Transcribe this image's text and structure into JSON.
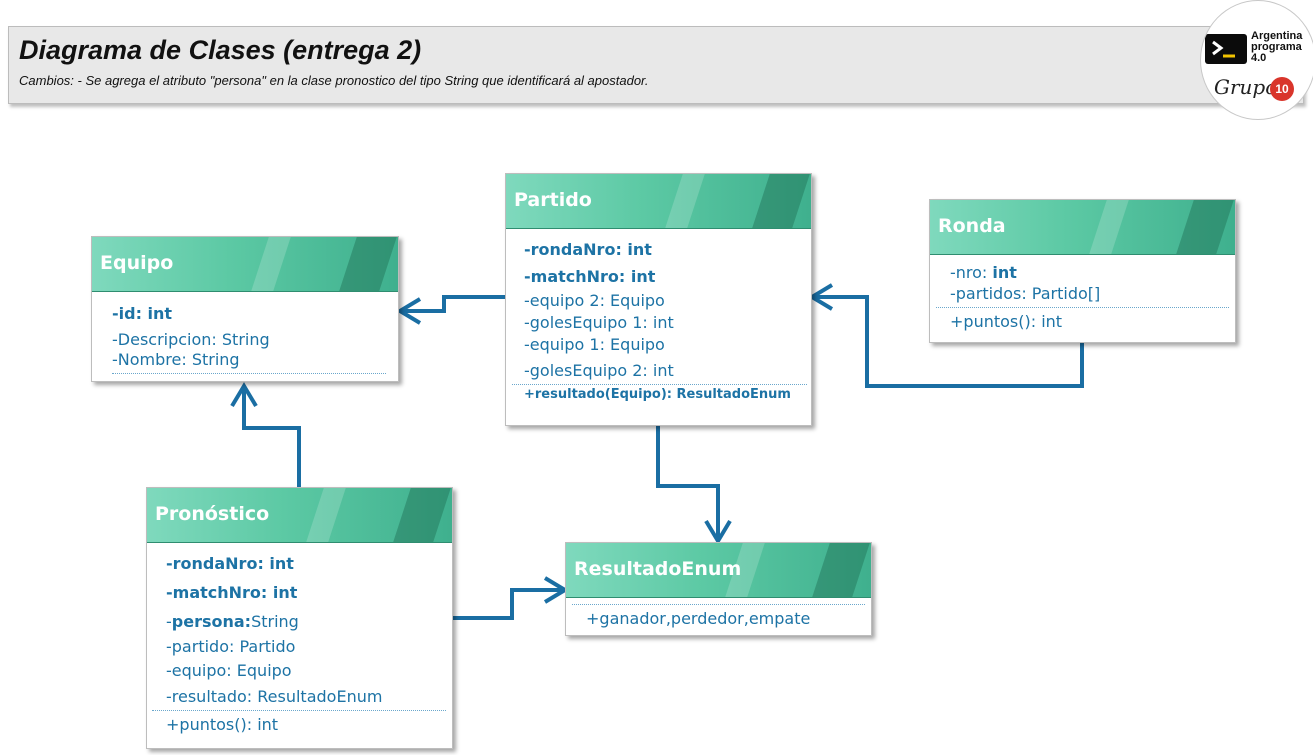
{
  "header": {
    "title": "Diagrama de Clases (entrega 2)",
    "subtitle": "Cambios: - Se agrega el atributo \"persona\" en la clase pronostico del tipo String que identificará al apostador."
  },
  "logo": {
    "line1": "Argentina",
    "line2": "programa",
    "line3": "4.0",
    "grupo": "Grupo",
    "number": "10",
    "icon": "terminal-icon"
  },
  "classes": {
    "equipo": {
      "name": "Equipo",
      "attrs": [
        "-id: int",
        "-Descripcion: String",
        "-Nombre: String"
      ]
    },
    "partido": {
      "name": "Partido",
      "attrs": [
        "-rondaNro: int",
        "-matchNro: int",
        "-equipo 2: Equipo",
        "-golesEquipo 1: int",
        "-equipo 1: Equipo",
        "-golesEquipo 2: int"
      ],
      "method": "+resultado(Equipo): ResultadoEnum"
    },
    "ronda": {
      "name": "Ronda",
      "attr_nro_prefix": "-nro: ",
      "attr_nro_type": "int",
      "attr_partidos": "-partidos: Partido[]",
      "method": "+puntos(): int"
    },
    "pronostico": {
      "name": "Pronóstico",
      "attr_ronda": "-rondaNro: int",
      "attr_match": "-matchNro: int",
      "attr_persona_dash": "-",
      "attr_persona_name": "persona:",
      "attr_persona_type": "String",
      "attr_partido": "-partido: Partido",
      "attr_equipo": "-equipo: Equipo",
      "attr_resultado": "-resultado: ResultadoEnum",
      "method": "+puntos(): int"
    },
    "resultado": {
      "name": "ResultadoEnum",
      "values": "+ganador,perdedor,empate"
    }
  },
  "colors": {
    "header_green": "#5cc9a4",
    "text_blue": "#1d73a5",
    "arrow_blue": "#1a6ea3"
  }
}
